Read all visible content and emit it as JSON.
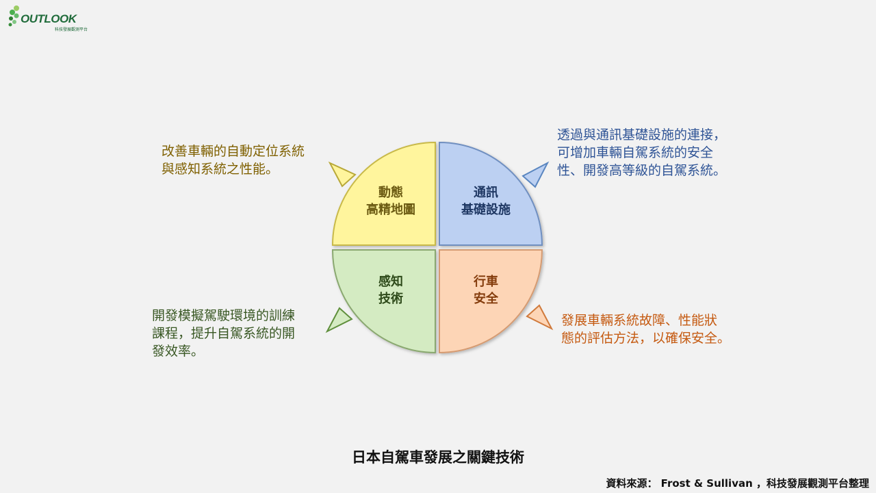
{
  "logo": {
    "word": "OUTLOOK",
    "tagline": "科技發展觀測平台"
  },
  "quadrants": {
    "top_left": {
      "label": "動態\n高精地圖"
    },
    "top_right": {
      "label": "通訊\n基礎設施"
    },
    "bottom_left": {
      "label": "感知\n技術"
    },
    "bottom_right": {
      "label": "行車\n安全"
    }
  },
  "callouts": {
    "top_left": "改善車輛的自動定位系統\n與感知系統之性能。",
    "top_right": "透過與通訊基礎設施的連接，\n可增加車輛自駕系統的安全\n性、開發高等級的自駕系統。",
    "bottom_left": "開發模擬駕駛環境的訓練\n課程，提升自駕系統的開\n發效率。",
    "bottom_right": "發展車輛系統故障、性能狀\n態的評估方法，以確保安全。"
  },
  "caption": "日本自駕車發展之關鍵技術",
  "source": "資料來源： Frost & Sullivan ，科技發展觀測平台整理",
  "colors": {
    "yellow": "#fff59d",
    "blue": "#bcd0f2",
    "green": "#d4ebc2",
    "orange": "#fdd5b6"
  }
}
